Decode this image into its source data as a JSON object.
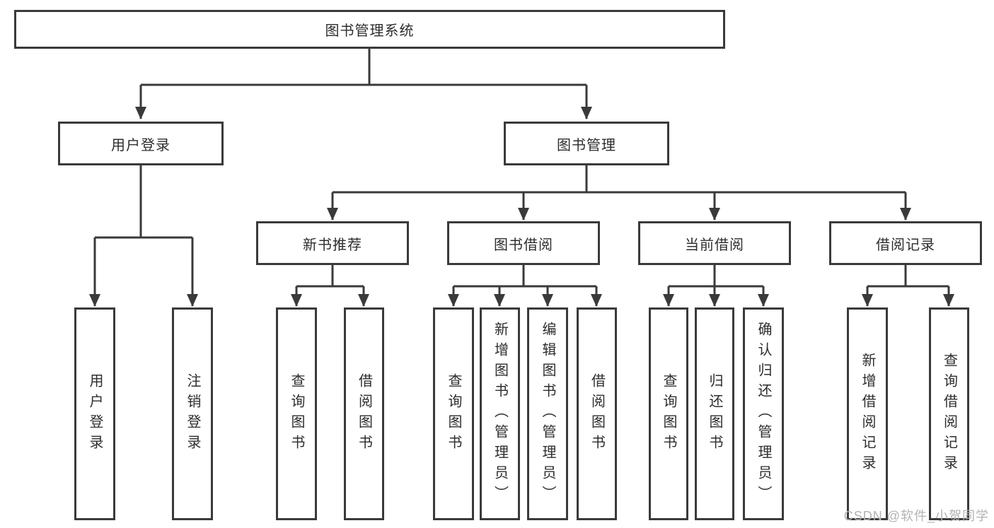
{
  "root": {
    "label": "图书管理系统"
  },
  "branches": [
    {
      "label": "用户登录",
      "leaves": [
        {
          "label": "用户登录"
        },
        {
          "label": "注销登录"
        }
      ]
    },
    {
      "label": "图书管理",
      "groups": [
        {
          "label": "新书推荐",
          "leaves": [
            {
              "label": "查询图书"
            },
            {
              "label": "借阅图书"
            }
          ]
        },
        {
          "label": "图书借阅",
          "leaves": [
            {
              "label": "查询图书"
            },
            {
              "label": "新增图书（管理员）"
            },
            {
              "label": "编辑图书（管理员）"
            },
            {
              "label": "借阅图书"
            }
          ]
        },
        {
          "label": "当前借阅",
          "leaves": [
            {
              "label": "查询图书"
            },
            {
              "label": "归还图书"
            },
            {
              "label": "确认归还（管理员）"
            }
          ]
        },
        {
          "label": "借阅记录",
          "leaves": [
            {
              "label": "新增借阅记录"
            },
            {
              "label": "查询借阅记录"
            }
          ]
        }
      ]
    }
  ],
  "watermark": {
    "text": "CSDN @软件_小贺同学"
  },
  "colors": {
    "line": "#3a3a3a",
    "text": "#2d2d2d",
    "watermark": "#b3b3b3",
    "background": "#ffffff"
  }
}
